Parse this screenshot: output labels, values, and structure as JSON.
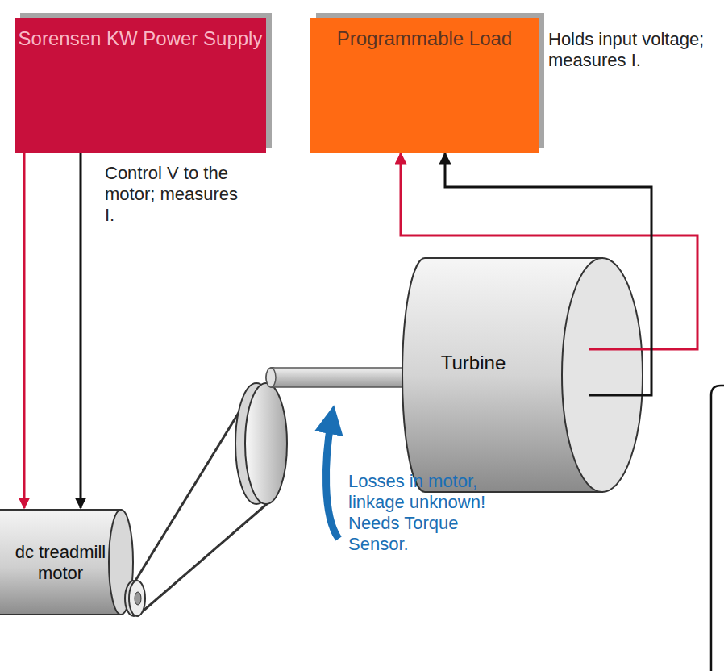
{
  "diagram": {
    "nodes": [
      {
        "text": [
          "Sorensen KW Power Supply"
        ]
      },
      {
        "text": [
          "Programmable Load"
        ]
      },
      {
        "text": [
          "dc treadmill motor"
        ]
      },
      {
        "text": [
          "Turbine"
        ]
      }
    ],
    "edges": [
      {
        "from": 0,
        "to": 2,
        "arrow": "to"
      },
      {
        "from": 0,
        "to": 2,
        "arrow": "to"
      },
      {
        "from": 3,
        "to": 1,
        "arrow": "to"
      },
      {
        "from": 3,
        "to": 1,
        "arrow": "to"
      }
    ],
    "labels": [
      "Holds input voltage; measures I.",
      "Control V to the motor; measures I.",
      "Losses in motor, linkage unknown! Needs Torque Sensor."
    ]
  }
}
